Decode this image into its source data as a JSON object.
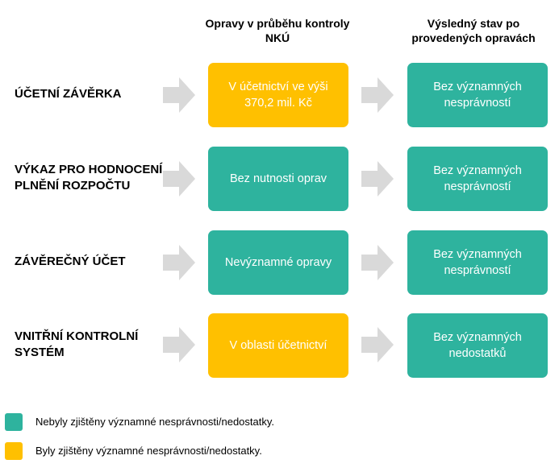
{
  "colors": {
    "green": "#2EB39E",
    "yellow": "#FFC000",
    "arrow": "#D9D9D9"
  },
  "headers": {
    "corrections": "Opravy v průběhu kontroly NKÚ",
    "final_state": "Výsledný stav po provedených opravách"
  },
  "rows": [
    {
      "label": "ÚČETNÍ ZÁVĚRKA",
      "correction": {
        "text": "V účetnictví ve výši 370,2 mil. Kč",
        "color": "yellow"
      },
      "result": {
        "text": "Bez významných nesprávností",
        "color": "green"
      }
    },
    {
      "label": "VÝKAZ PRO HODNOCENÍ PLNĚNÍ ROZPOČTU",
      "correction": {
        "text": "Bez nutnosti oprav",
        "color": "green"
      },
      "result": {
        "text": "Bez významných nesprávností",
        "color": "green"
      }
    },
    {
      "label": "ZÁVĚREČNÝ ÚČET",
      "correction": {
        "text": "Nevýznamné opravy",
        "color": "green"
      },
      "result": {
        "text": "Bez významných nesprávností",
        "color": "green"
      }
    },
    {
      "label": "VNITŘNÍ KONTROLNÍ SYSTÉM",
      "correction": {
        "text": "V oblasti účetnictví",
        "color": "yellow"
      },
      "result": {
        "text": "Bez významných nedostatků",
        "color": "green"
      }
    }
  ],
  "legend": [
    {
      "color": "green",
      "text": "Nebyly zjištěny významné nesprávnosti/nedostatky."
    },
    {
      "color": "yellow",
      "text": "Byly zjištěny významné nesprávnosti/nedostatky."
    }
  ]
}
